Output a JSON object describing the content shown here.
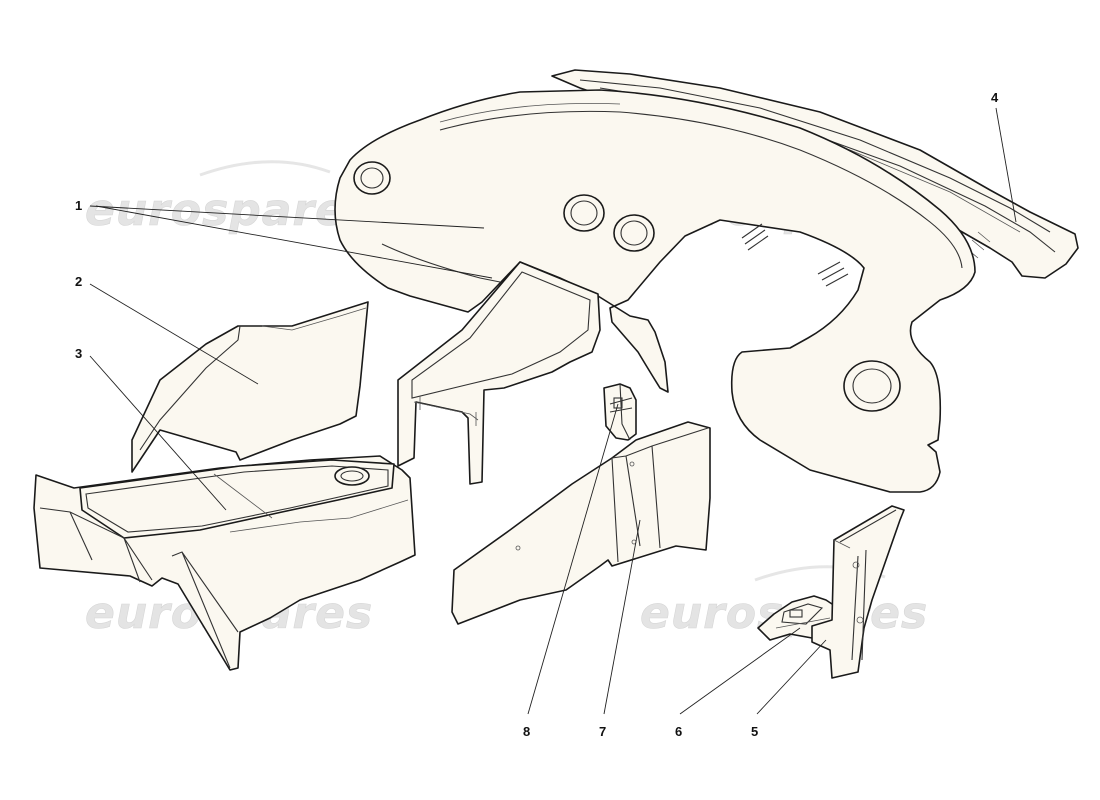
{
  "watermark": {
    "text": "eurospares"
  },
  "callouts": [
    {
      "id": "1",
      "label": "1"
    },
    {
      "id": "2",
      "label": "2"
    },
    {
      "id": "3",
      "label": "3"
    },
    {
      "id": "4",
      "label": "4"
    },
    {
      "id": "5",
      "label": "5"
    },
    {
      "id": "6",
      "label": "6"
    },
    {
      "id": "7",
      "label": "7"
    },
    {
      "id": "8",
      "label": "8"
    }
  ]
}
